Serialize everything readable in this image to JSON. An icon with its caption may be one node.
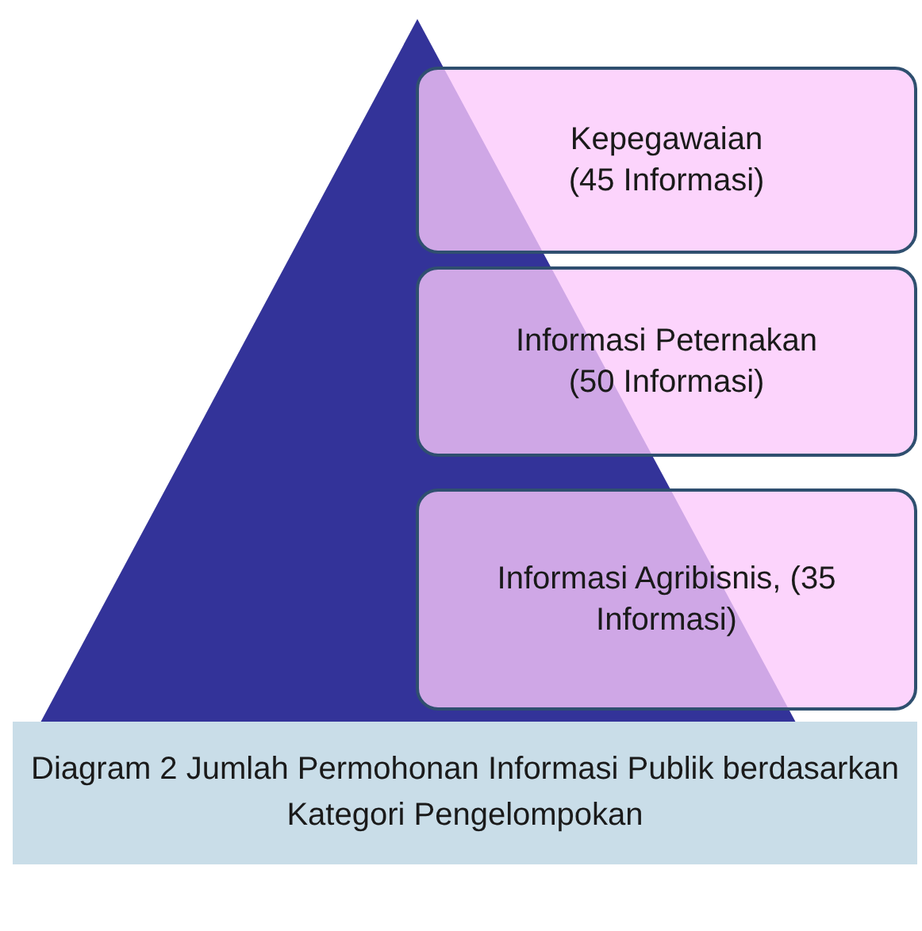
{
  "diagram": {
    "caption": "Diagram 2 Jumlah Permohonan Informasi Publik berdasarkan Kategori Pengelompokan",
    "nodes": [
      {
        "text": [
          "Kepegawaian (45 Informasi)"
        ]
      },
      {
        "text": [
          "Informasi Peternakan (50 Informasi)"
        ]
      },
      {
        "text": [
          "Informasi Agribisnis, (35 Informasi)"
        ]
      }
    ]
  }
}
